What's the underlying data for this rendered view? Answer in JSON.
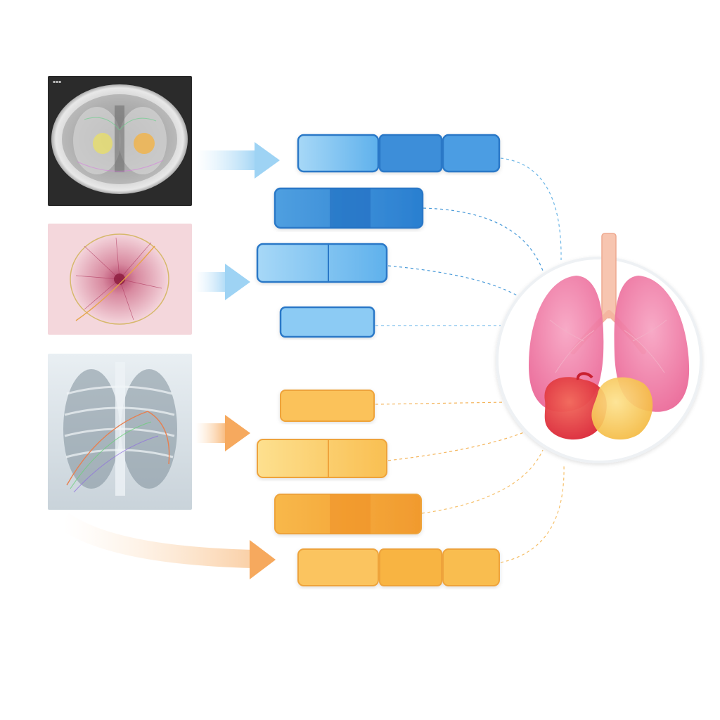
{
  "inputs": [
    {
      "kind": "ct-scan",
      "icon": "ct-scan-image-icon"
    },
    {
      "kind": "histology",
      "icon": "histology-slide-image-icon"
    },
    {
      "kind": "chest-xray",
      "icon": "chest-xray-image-icon"
    }
  ],
  "feature_groups": [
    {
      "kind": "imaging-features",
      "color": "#5aaee9",
      "accent": "#1e6fbf",
      "rows": 4
    },
    {
      "kind": "clinical-features",
      "color": "#f9b94c",
      "accent": "#e8962a",
      "rows": 4
    }
  ],
  "output": {
    "kind": "thoracic-organs",
    "icon": "lungs-organ-icon"
  },
  "colors": {
    "blue_light": "#8cccf4",
    "blue_mid": "#4fa3e3",
    "blue_dark": "#1f6fc0",
    "orange_light": "#fcd276",
    "orange_mid": "#f8b443",
    "orange_dark": "#ef9a2c",
    "lung_pink": "#ef7fa8",
    "organ_red": "#e5363c",
    "organ_yellow": "#f7c24f"
  }
}
